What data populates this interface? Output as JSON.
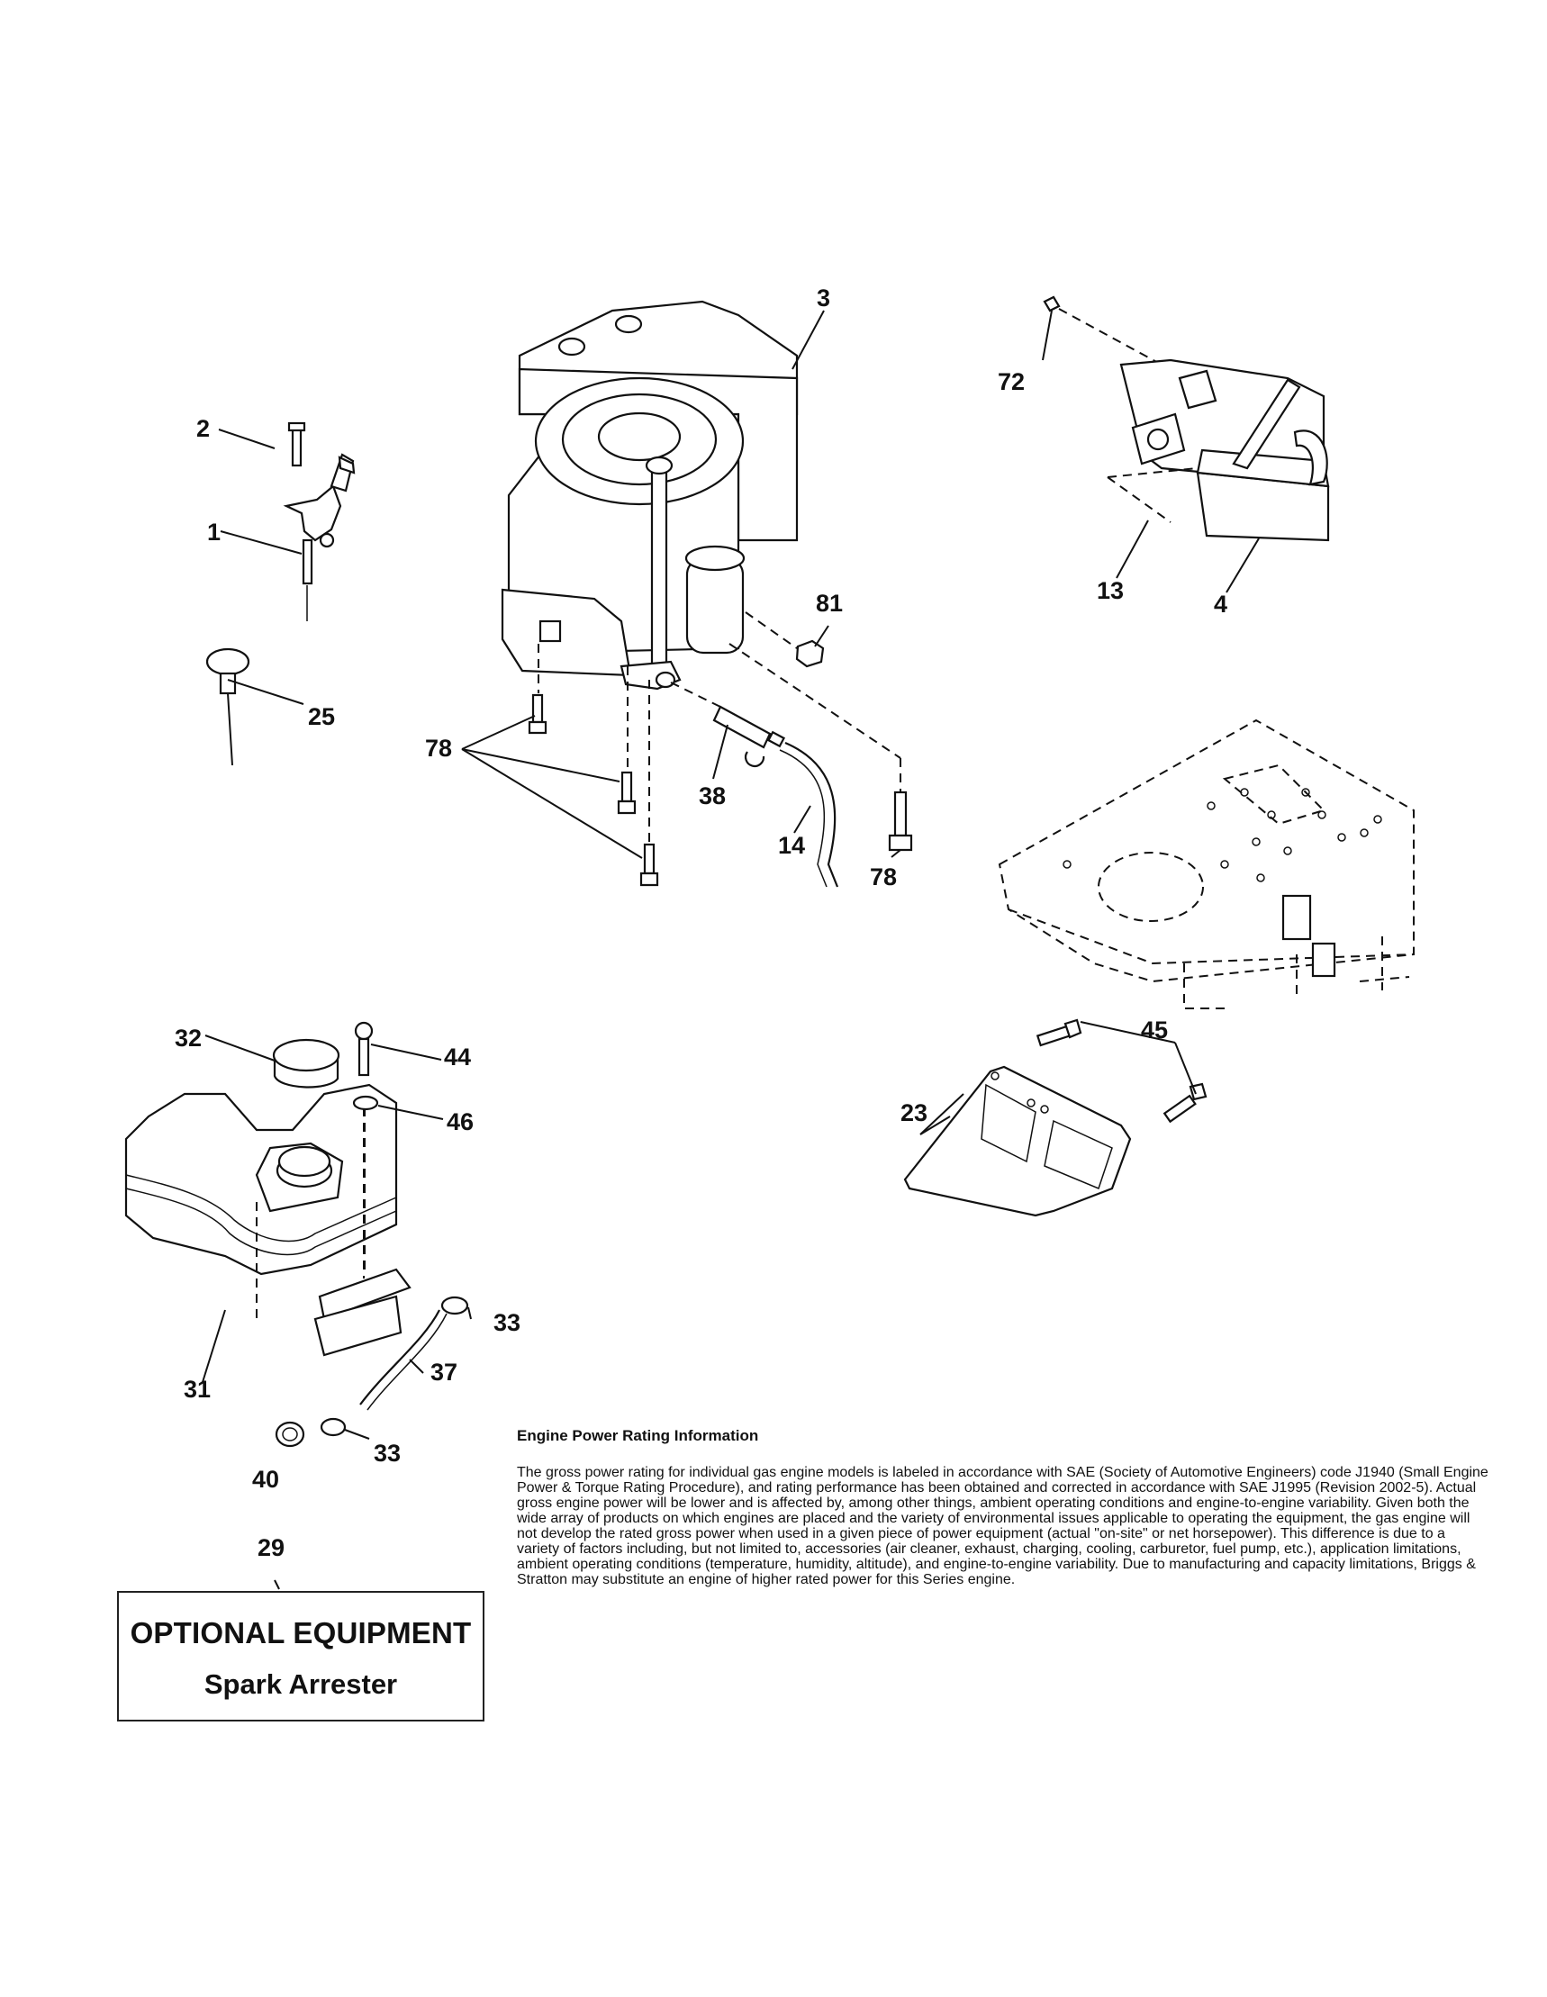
{
  "callouts": {
    "c1": "1",
    "c2": "2",
    "c3": "3",
    "c4": "4",
    "c13": "13",
    "c14": "14",
    "c23": "23",
    "c25": "25",
    "c29": "29",
    "c31": "31",
    "c32": "32",
    "c33a": "33",
    "c33b": "33",
    "c37": "37",
    "c38": "38",
    "c40": "40",
    "c44": "44",
    "c45": "45",
    "c46": "46",
    "c72": "72",
    "c78a": "78",
    "c78b": "78",
    "c81": "81"
  },
  "info": {
    "title": "Engine Power Rating Information",
    "body": "The gross power rating for individual gas engine models is labeled in accordance with SAE (Society of Automotive Engineers) code J1940 (Small Engine Power & Torque Rating Procedure), and rating performance has been obtained and corrected in accordance with SAE J1995 (Revision 2002-5). Actual gross engine power will be lower and is affected by, among other things, ambient operating conditions and engine-to-engine variability. Given both the wide array of products on which engines are placed and the variety of environmental issues applicable to operating the equipment, the gas engine will not develop the rated gross power when used in a given piece of power equipment (actual \"on-site\" or net horsepower). This difference is due to a variety of factors including, but not limited to, accessories (air cleaner, exhaust, charging, cooling, carburetor, fuel pump, etc.), application limitations, ambient operating conditions (temperature, humidity, altitude), and engine-to-engine variability. Due to manufacturing and capacity limitations, Briggs & Stratton may substitute an engine of higher rated power for this Series engine."
  },
  "optional": {
    "title": "OPTIONAL EQUIPMENT",
    "subtitle": "Spark Arrester"
  }
}
